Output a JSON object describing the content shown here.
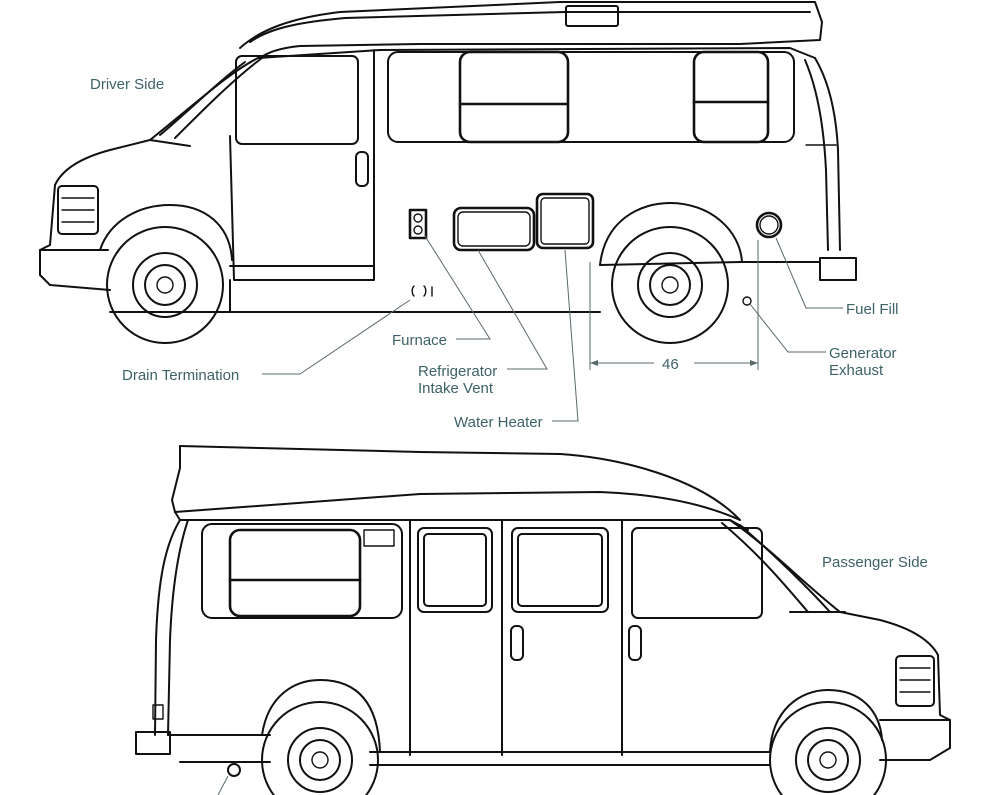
{
  "views": {
    "driver_side": "Driver Side",
    "passenger_side": "Passenger Side"
  },
  "callouts": {
    "drain_termination": "Drain Termination",
    "furnace": "Furnace",
    "refrigerator_line1": "Refrigerator",
    "refrigerator_line2": "Intake Vent",
    "water_heater": "Water Heater",
    "fuel_fill": "Fuel Fill",
    "generator_line1": "Generator",
    "generator_line2": "Exhaust",
    "dimension": "46"
  },
  "colors": {
    "label": "#3d6268",
    "line": "#111111"
  }
}
